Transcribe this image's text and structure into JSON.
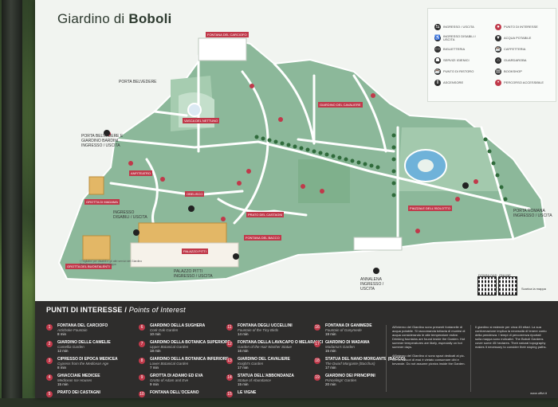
{
  "map": {
    "title_prefix": "Giardino di",
    "title_bold": "Boboli",
    "labels_red": [
      "FONTANA DEL CARCIOFO",
      "GIARDINO DEL CAVALIERE",
      "VASCA DEL NETTUNO",
      "ANFITEATRO",
      "PIAZZALE DELL'ISOLOTTO",
      "GROTTA DI MADAMA",
      "GROTTA DEL BUONTALENTI",
      "PALAZZO PITTI",
      "FONTANA DEL BACCO",
      "OBELISCO",
      "PRATO DEL CASTAGNI"
    ],
    "labels_plain": [
      "PORTA BELVEDERE",
      "PORTA BELVEDERE E GIARDINO BARDINI INGRESSO / USCITA",
      "INGRESSO DISABILI / USCITA",
      "PALAZZO PITTI INGRESSO / USCITA",
      "ANNALENA INGRESSO / USCITA",
      "PORTA ROMANA INGRESSO / USCITA"
    ],
    "footnote": "I Trigliatini per disabili e gli altri servizi del Giardino Boboli sono indicati in mappa",
    "qr_labels": [
      "DOWNLOAD",
      "ONLINE"
    ],
    "qr_caption": "Scarica la mappa"
  },
  "legend": {
    "items": [
      {
        "label": "INGRESSO / USCITA",
        "icon": "entrance-icon",
        "red": false
      },
      {
        "label": "INGRESSO DISABILI / USCITA",
        "icon": "wheelchair-icon",
        "red": false
      },
      {
        "label": "BIGLIETTERIA",
        "icon": "ticket-icon",
        "red": false
      },
      {
        "label": "SERVIZI IGIENICI",
        "icon": "toilet-icon",
        "red": false
      },
      {
        "label": "PUNTO DI RISTORO",
        "icon": "cafe-icon",
        "red": false
      },
      {
        "label": "ASCENSORE",
        "icon": "elevator-icon",
        "red": false
      },
      {
        "label": "PUNTO DI INTERESSE",
        "icon": "poi-icon",
        "red": true
      },
      {
        "label": "ACQUA POTABILE",
        "icon": "water-icon",
        "red": false
      },
      {
        "label": "CAFFETTERIA",
        "icon": "coffee-icon",
        "red": false
      },
      {
        "label": "GUARDAROBA",
        "icon": "cloakroom-icon",
        "red": false
      },
      {
        "label": "BOOKSHOP",
        "icon": "book-icon",
        "red": false
      },
      {
        "label": "PERCORSO ACCESSIBILE",
        "icon": "path-icon",
        "red": true
      }
    ]
  },
  "poi": {
    "title": "PUNTI DI INTERESSE",
    "title_en": "Points of Interest",
    "columns": [
      [
        {
          "n": "1",
          "name": "FONTANA DEL CARCIOFO",
          "en": "Artichoke Fountain",
          "time": "8 min"
        },
        {
          "n": "2",
          "name": "GIARDINO DELLE CAMELIE",
          "en": "Camellia Garden",
          "time": "12 min"
        },
        {
          "n": "3",
          "name": "CIPRESSO DI EPOCA MEDICEA",
          "en": "Cypress from the Medicean Age",
          "time": "8 min"
        },
        {
          "n": "4",
          "name": "GHIACCIAIE MEDICEE",
          "en": "Medicean Ice Houses",
          "time": "15 min"
        },
        {
          "n": "5",
          "name": "PRATO DEI CASTAGNI",
          "en": "",
          "time": ""
        }
      ],
      [
        {
          "n": "6",
          "name": "GIARDINO DELLA SUGHERA",
          "en": "Cork Oak Garden",
          "time": "10 min"
        },
        {
          "n": "7",
          "name": "GIARDINO DELLA BOTANICA SUPERIORE",
          "en": "Upper Botanical Garden",
          "time": "18 min"
        },
        {
          "n": "8",
          "name": "GIARDINO DELLA BOTANICA INFERIORE",
          "en": "Lower Botanical Garden",
          "time": "7 min"
        },
        {
          "n": "9",
          "name": "GROTTA DI ADAMO ED EVA",
          "en": "Grotto of Adam and Eve",
          "time": "9 min"
        },
        {
          "n": "10",
          "name": "FONTANA DELL'OCEANO",
          "en": "",
          "time": ""
        }
      ],
      [
        {
          "n": "11",
          "name": "FONTANA DEGLI UCCELLINI",
          "en": "Fountain of the Tiny Birds",
          "time": "14 min"
        },
        {
          "n": "12",
          "name": "FONTANA DELLA LAVACAPO O MELARANCI",
          "en": "Garden of the Hair Washer Statue",
          "time": "16 min"
        },
        {
          "n": "13",
          "name": "GIARDINO DEL CAVALIERE",
          "en": "Knight's Garden",
          "time": "17 min"
        },
        {
          "n": "14",
          "name": "STATUA DELL'ABBONDANZA",
          "en": "Statue of Abundance",
          "time": "15 min"
        },
        {
          "n": "15",
          "name": "LE VIGNE",
          "en": "",
          "time": ""
        }
      ],
      [
        {
          "n": "16",
          "name": "FONTANA DI GANIMEDE",
          "en": "Fountain of Ganymede",
          "time": "19 min"
        },
        {
          "n": "17",
          "name": "GIARDINO DI MADAMA",
          "en": "Madama's Garden",
          "time": "15 min"
        },
        {
          "n": "18",
          "name": "STATUA DEL NANO MORGANTE (BACCO)",
          "en": "The Dwarf Morgante (Bacchus)",
          "time": "17 min"
        },
        {
          "n": "19",
          "name": "GIARDINO DEI PRINCIPINI",
          "en": "Princelings' Garden",
          "time": "20 min"
        }
      ]
    ],
    "info_it": "All'interno del Giardino sono presenti fontanelle di acqua potabile. Si raccomanda tuttavia di munirsi di acqua considerando le alte temperature estive. Drinking fountains are found inside the Garden. Hot summer temperatures are likely, especially on hot summer days.",
    "info_it2": "All'interno del Giardino ci sono spazi dedicati al pic-nic. Al di fuori di essi è vietato consumare cibi e bevande. Do not assume picnics inside the Garden.",
    "info_right": "Il giardino si estende per circa 45 ettari. La sua conformazione implica la necessità di tenere conto della pendenza. I tempi di percorrenza riportati sulla mappa sono indicativi. The Boboli Gardens cover some 45 hectares. Their natural topography makes it necessary to consider their sloping paths.",
    "site": "www.uffizi.it"
  }
}
